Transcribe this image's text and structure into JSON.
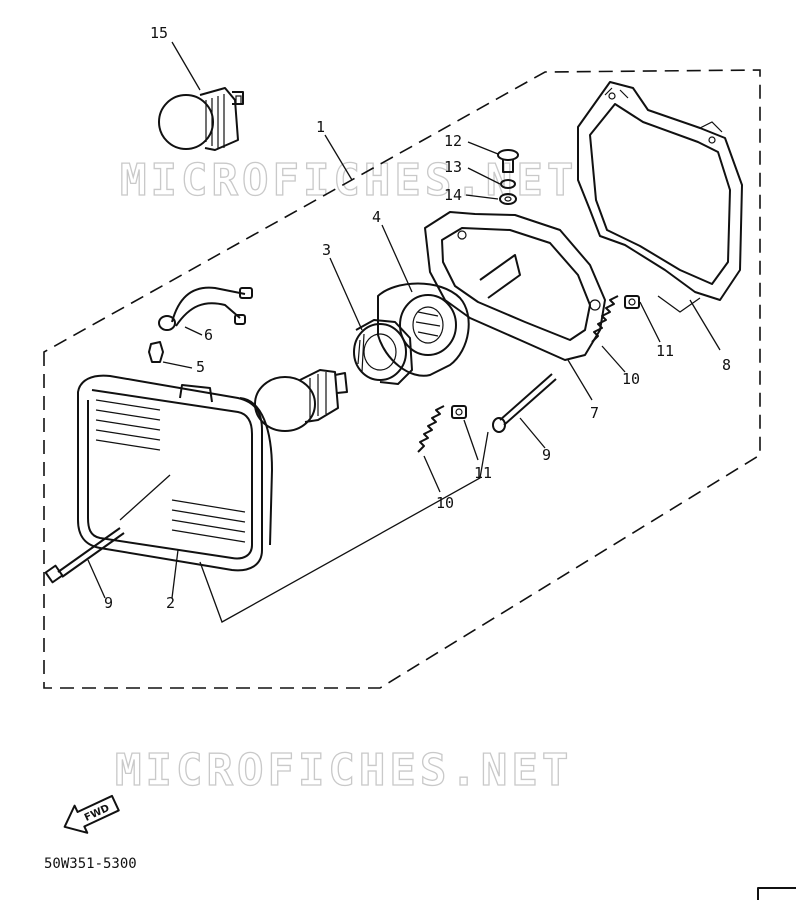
{
  "watermarks": [
    "MICROFICHES.NET",
    "MICROFICHES.NET"
  ],
  "callouts": [
    {
      "id": "c15",
      "label": "15"
    },
    {
      "id": "c1",
      "label": "1"
    },
    {
      "id": "c12",
      "label": "12"
    },
    {
      "id": "c13",
      "label": "13"
    },
    {
      "id": "c14",
      "label": "14"
    },
    {
      "id": "c3",
      "label": "3"
    },
    {
      "id": "c4",
      "label": "4"
    },
    {
      "id": "c6",
      "label": "6"
    },
    {
      "id": "c5",
      "label": "5"
    },
    {
      "id": "c11a",
      "label": "11"
    },
    {
      "id": "c10a",
      "label": "10"
    },
    {
      "id": "c8",
      "label": "8"
    },
    {
      "id": "c7",
      "label": "7"
    },
    {
      "id": "c9a",
      "label": "9"
    },
    {
      "id": "c11b",
      "label": "11"
    },
    {
      "id": "c10b",
      "label": "10"
    },
    {
      "id": "c9b",
      "label": "9"
    },
    {
      "id": "c2",
      "label": "2"
    }
  ],
  "forward_badge": "FWD",
  "diagram_code": "50W351-5300"
}
